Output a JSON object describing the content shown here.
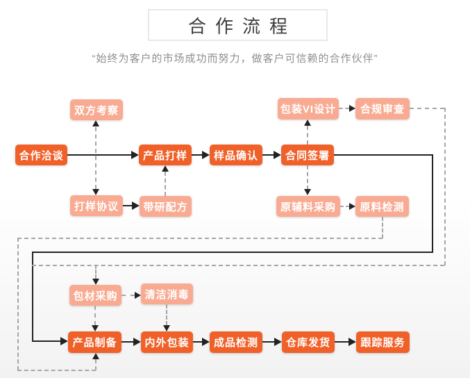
{
  "header": {
    "title": "合作流程",
    "subtitle": "“始终为客户的市场成功而努力，做客户可信赖的合作伙伴”"
  },
  "colors": {
    "primary_box": "#f0612a",
    "light_box": "#f8ab92",
    "solid_line": "#222222",
    "dashed_line": "#a5a5a5",
    "title_border": "#e8e8e8",
    "subtitle_text": "#8f8f8f"
  },
  "flow": {
    "nodes": {
      "cooperation_talks": "合作洽谈",
      "mutual_inspection": "双方考察",
      "sampling_agreement": "打样协议",
      "product_sampling": "产品打样",
      "rd_formula": "带研配方",
      "sample_confirmation": "样品确认",
      "contract_signing": "合同签署",
      "packaging_vi_design": "包装VI设计",
      "compliance_review": "合规审查",
      "raw_material_procurement": "原辅料采购",
      "raw_material_testing": "原料检测",
      "packing_material_procurement": "包材采购",
      "cleaning_disinfection": "清洁消毒",
      "product_preparation": "产品制备",
      "inner_outer_packaging": "内外包装",
      "finished_product_testing": "成品检测",
      "warehouse_shipping": "仓库发货",
      "tracking_service": "跟踪服务"
    }
  }
}
